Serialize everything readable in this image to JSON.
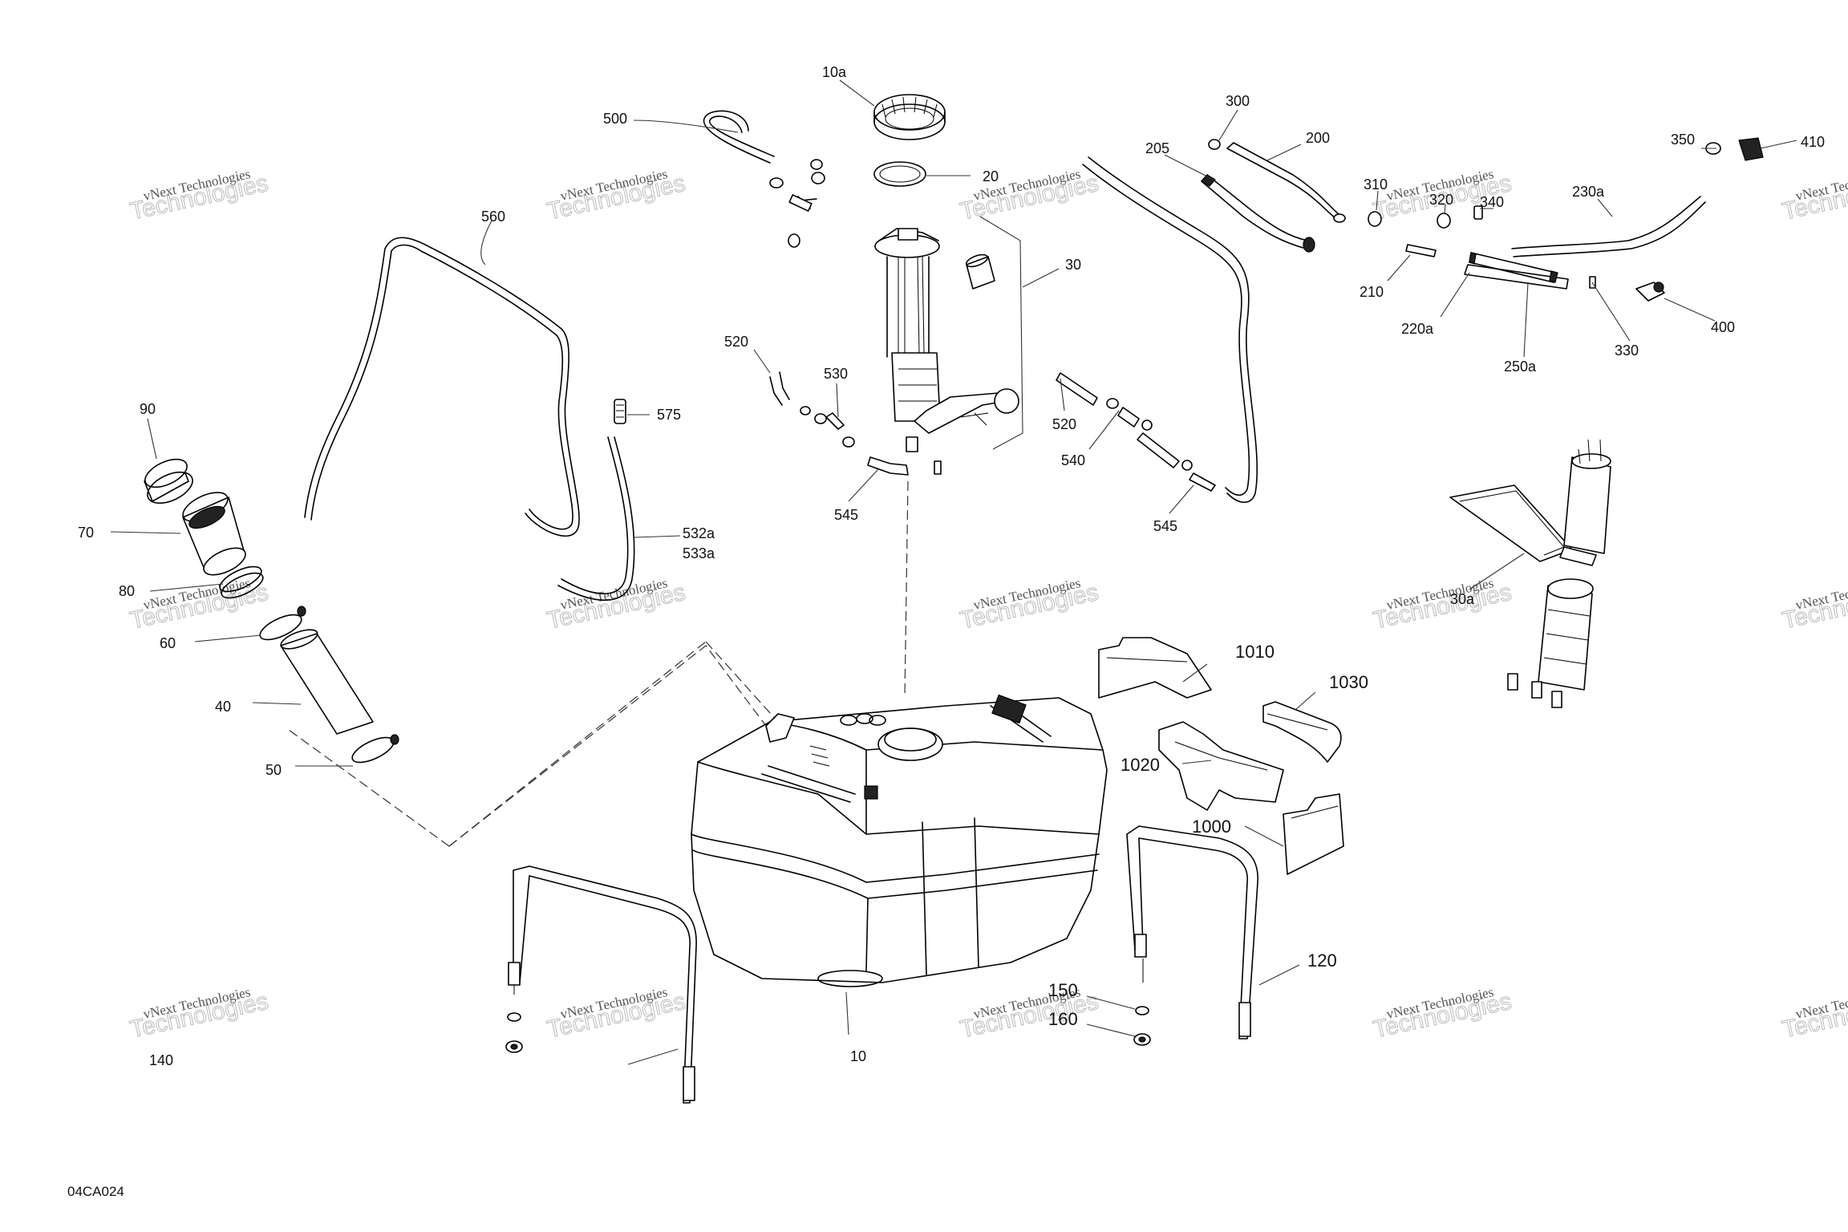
{
  "diagram": {
    "figure_id": "04CA024",
    "watermark": {
      "line1": "vNext Technologies",
      "line2": "Technologies"
    },
    "callouts": {
      "c10a": "10a",
      "c500": "500",
      "c20": "20",
      "c300": "300",
      "c200": "200",
      "c205": "205",
      "c350": "350",
      "c410": "410",
      "c310": "310",
      "c320": "320",
      "c340": "340",
      "c230a": "230a",
      "c560": "560",
      "c30": "30",
      "c210": "210",
      "c220a": "220a",
      "c250a": "250a",
      "c330": "330",
      "c400": "400",
      "c520a": "520",
      "c530": "530",
      "c520b": "520",
      "c575": "575",
      "c90": "90",
      "c540": "540",
      "c545a": "545",
      "c545b": "545",
      "c70": "70",
      "c532a": "532a",
      "c533a": "533a",
      "c80": "80",
      "c30a": "30a",
      "c60": "60",
      "c40": "40",
      "c50": "50",
      "c1010": "1010",
      "c1030": "1030",
      "c1020": "1020",
      "c1000": "1000",
      "c120": "120",
      "c150": "150",
      "c160": "160",
      "c140": "140",
      "c10": "10"
    }
  }
}
